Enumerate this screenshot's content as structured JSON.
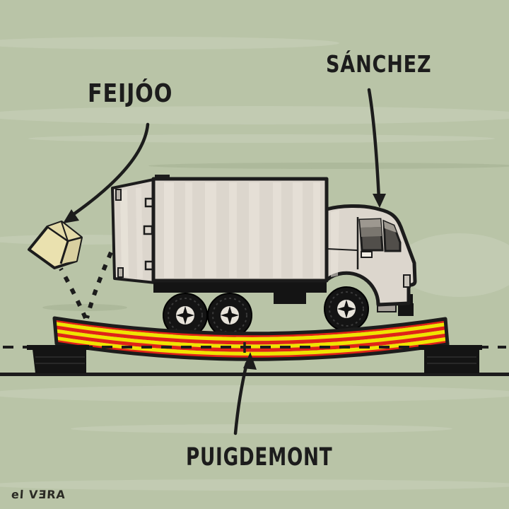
{
  "labels": {
    "feijoo": "FEIJÓO",
    "sanchez": "SÁNCHEZ",
    "puigdemont": "PUIGDEMONT"
  },
  "signature": "el VƎRA",
  "scene": {
    "description_elements": [
      "box-truck-on-sagging-plank",
      "plank-painted-as-catalan-senyera-flag",
      "package-falling-from-open-rear-door",
      "dashed-level-reference-line",
      "two-black-supports-on-ground"
    ]
  },
  "colors": {
    "background": "#b9c4a7",
    "ink": "#1c1c1c",
    "flag_red": "#e02317",
    "flag_yellow": "#f0e400",
    "truck_body": "#dcd6cd",
    "truck_body_streak": "#e9e3da",
    "window_dark": "#514e4a",
    "window_mid": "#7a766f",
    "window_light": "#9d9890",
    "package_cream": "#eae1af",
    "package_top": "#e3daa8",
    "package_shade": "#d9d0a0",
    "hub_disc": "#e7e3da",
    "black_parts": "#141414"
  }
}
